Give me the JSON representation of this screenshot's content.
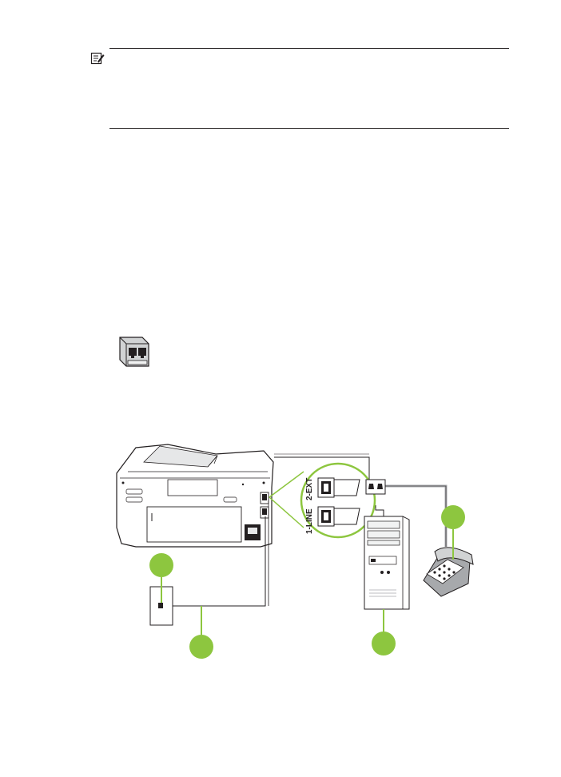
{
  "note": {
    "icon": "note-pencil-icon"
  },
  "splitter": {
    "icon": "phone-splitter-icon"
  },
  "diagram": {
    "port_labels": {
      "line": "1-LINE",
      "ext": "2-EXT"
    },
    "callouts": [
      {
        "id": "callout-wall-jack"
      },
      {
        "id": "callout-phone-cord"
      },
      {
        "id": "callout-computer"
      },
      {
        "id": "callout-telephone"
      }
    ],
    "colors": {
      "accent": "#8dc63f",
      "line": "#231f20",
      "cord_gray": "#a7a9ac",
      "device_gray": "#e6e7e8"
    }
  }
}
